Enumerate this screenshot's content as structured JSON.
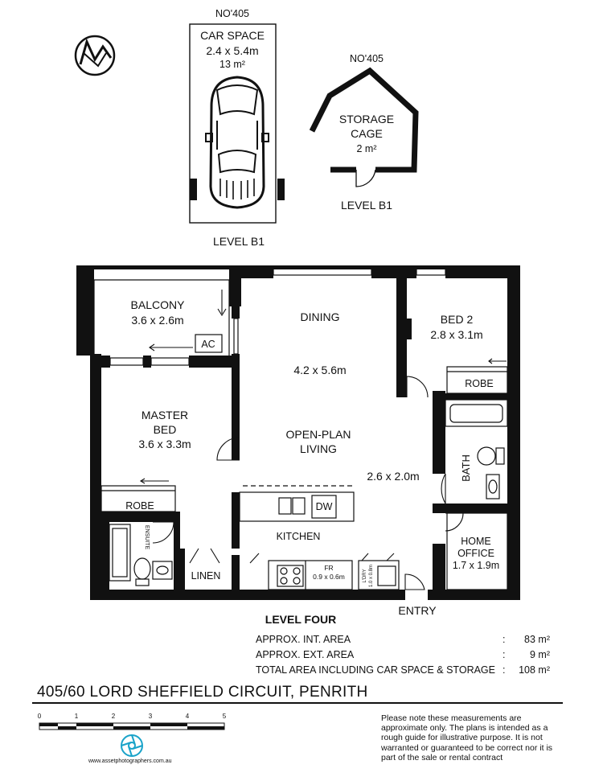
{
  "car_space": {
    "unit_no": "NO'405",
    "title": "CAR SPACE",
    "dims": "2.4 x 5.4m",
    "area": "13 m²",
    "level": "LEVEL B1"
  },
  "storage": {
    "unit_no": "NO'405",
    "title_line1": "STORAGE",
    "title_line2": "CAGE",
    "area": "2 m²",
    "level": "LEVEL B1"
  },
  "rooms": {
    "balcony": {
      "name": "BALCONY",
      "dims": "3.6 x 2.6m"
    },
    "ac": "AC",
    "dining": {
      "name": "DINING",
      "dims": "4.2 x 5.6m"
    },
    "bed2": {
      "name": "BED 2",
      "dims": "2.8 x 3.1m"
    },
    "robe2": "ROBE",
    "master": {
      "name_line1": "MASTER",
      "name_line2": "BED",
      "dims": "3.6 x 3.3m"
    },
    "living": {
      "name_line1": "OPEN-PLAN",
      "name_line2": "LIVING"
    },
    "living_dims": "2.6 x 2.0m",
    "bath": "BATH",
    "robe1": "ROBE",
    "dw": "DW",
    "kitchen": "KITCHEN",
    "ensuite": "ENSUITE",
    "linen": "LINEN",
    "fridge": {
      "name": "FR",
      "dims": "0.9 x 0.6m"
    },
    "laundry": {
      "name": "L'DRY",
      "dims": "1.0 x 0.8m"
    },
    "home_office": {
      "name_line1": "HOME",
      "name_line2": "OFFICE",
      "dims": "1.7 x 1.9m"
    },
    "entry": "ENTRY"
  },
  "level_label": "LEVEL FOUR",
  "areas": [
    {
      "label": "APPROX. INT. AREA",
      "sep": ":",
      "value": "83 m²"
    },
    {
      "label": "APPROX. EXT. AREA",
      "sep": ":",
      "value": "9 m²"
    },
    {
      "label": "TOTAL AREA INCLUDING CAR SPACE & STORAGE",
      "sep": ":",
      "value": "108 m²"
    }
  ],
  "address": "405/60 LORD SHEFFIELD CIRCUIT, PENRITH",
  "scale_ticks": [
    "0",
    "1",
    "2",
    "3",
    "4",
    "5"
  ],
  "disclaimer": "Please note these measurements are approximate only. The plans is intended as a rough guide for illustrative purpose. It is not warranted or guaranteed to be correct nor it is part of the sale or rental contract",
  "website": "www.assetphotographers.com.au",
  "north_icon": "north-arrow-icon",
  "logo_icon": "camera-aperture-logo-icon"
}
